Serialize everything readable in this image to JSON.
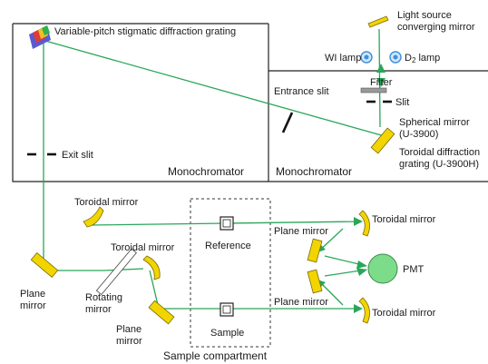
{
  "colors": {
    "beam": "#2aa65a",
    "mirror": "#f2d400",
    "mirror_stroke": "#7a6a00",
    "lamp": "#3f8fd9",
    "pmt": "#7ddc8a",
    "outline": "#222222"
  },
  "labels": {
    "grating": "Variable-pitch stigmatic diffraction grating",
    "light_source_1": "Light source",
    "light_source_2": "converging mirror",
    "wi_lamp": "WI lamp",
    "d2_lamp_prefix": "D",
    "d2_lamp_sub": "2",
    "d2_lamp_suffix": " lamp",
    "filter": "Filter",
    "slit": "Slit",
    "entrance_slit": "Entrance slit",
    "spherical_1": "Spherical mirror",
    "spherical_2": "(U-3900)",
    "toroidal_grating_1": "Toroidal diffraction",
    "toroidal_grating_2": "grating (U-3900H)",
    "exit_slit": "Exit slit",
    "monochromator_left": "Monochromator",
    "monochromator_right": "Monochromator",
    "toroidal_mirror_top": "Toroidal mirror",
    "toroidal_mirror_mid": "Toroidal mirror",
    "reference": "Reference",
    "sample": "Sample",
    "plane_mirror_left_1": "Plane",
    "plane_mirror_left_2": "mirror",
    "rotating_1": "Rotating",
    "rotating_2": "mirror",
    "plane_mirror_bottom_1": "Plane",
    "plane_mirror_bottom_2": "mirror",
    "plane_mirror_right_top": "Plane mirror",
    "plane_mirror_right_bottom": "Plane mirror",
    "toroidal_mirror_right_top": "Toroidal mirror",
    "toroidal_mirror_right_bottom": "Toroidal mirror",
    "pmt": "PMT",
    "sample_compartment": "Sample compartment"
  }
}
